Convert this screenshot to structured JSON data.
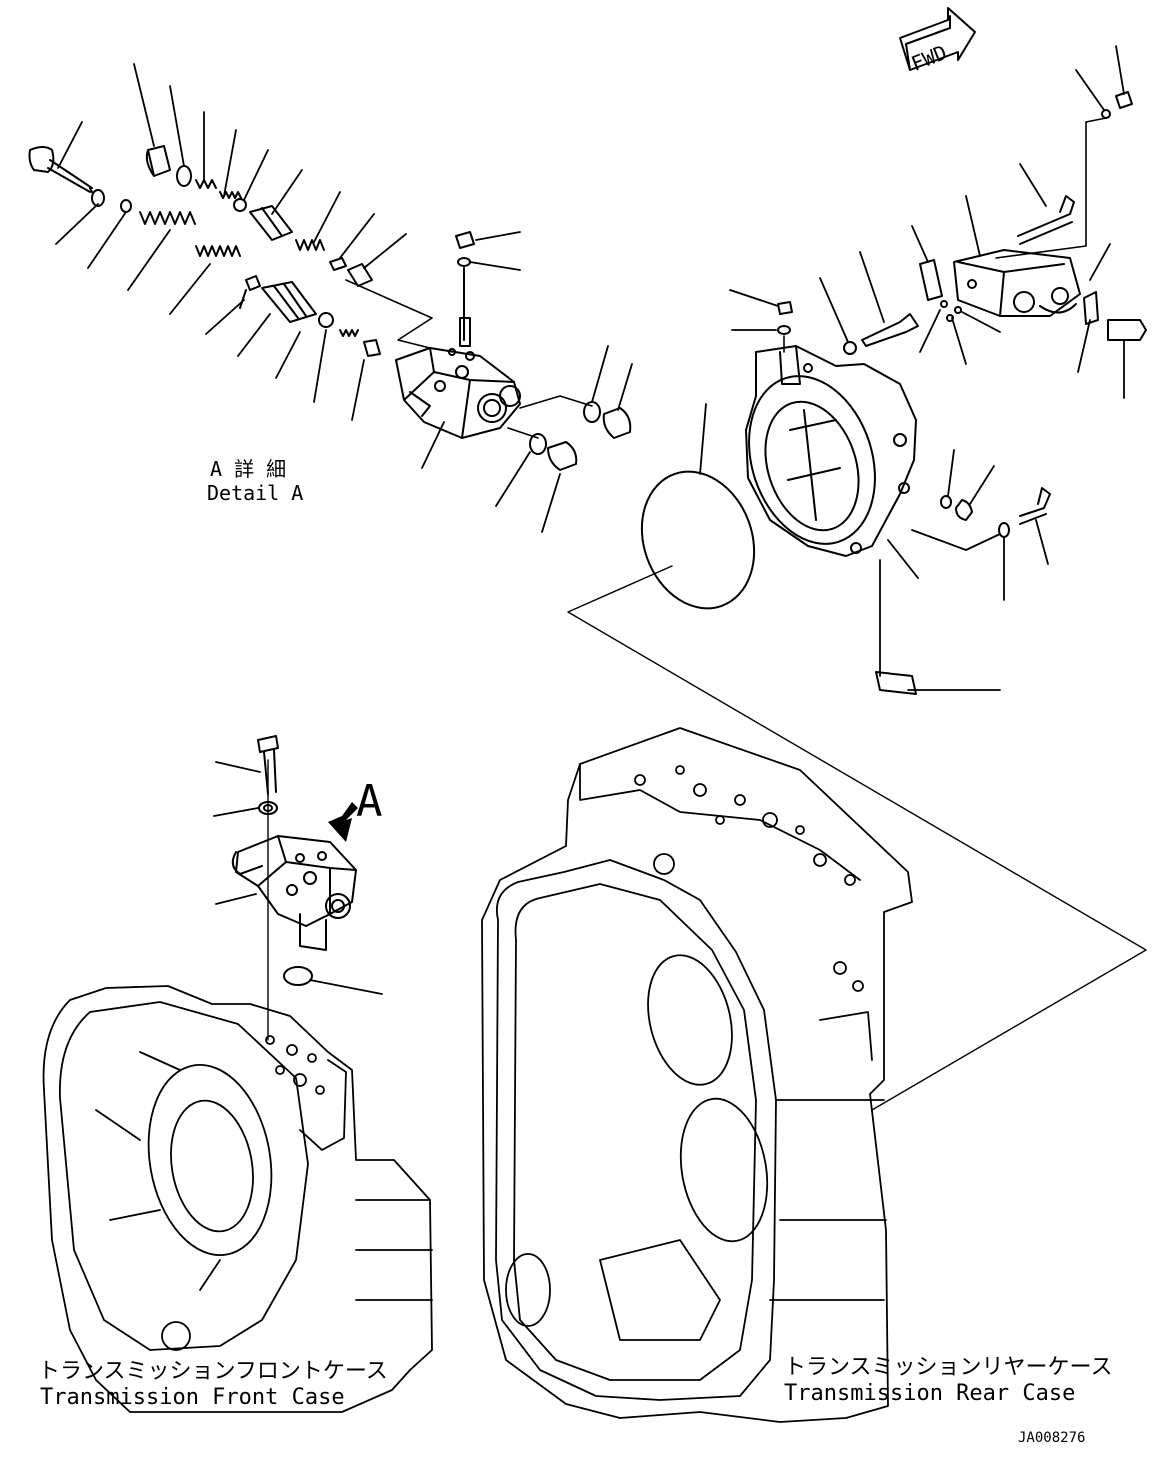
{
  "labels": {
    "detail_jp": "A 詳 細",
    "detail_en": "Detail A",
    "view_letter": "A",
    "fwd": "FWD",
    "front_case_jp": "トランスミッションフロントケース",
    "front_case_en": "Transmission Front Case",
    "rear_case_jp": "トランスミッションリヤーケース",
    "rear_case_en": "Transmission Rear Case",
    "drawing_number": "JA008276"
  },
  "colors": {
    "line": "#000000",
    "background": "#ffffff"
  }
}
